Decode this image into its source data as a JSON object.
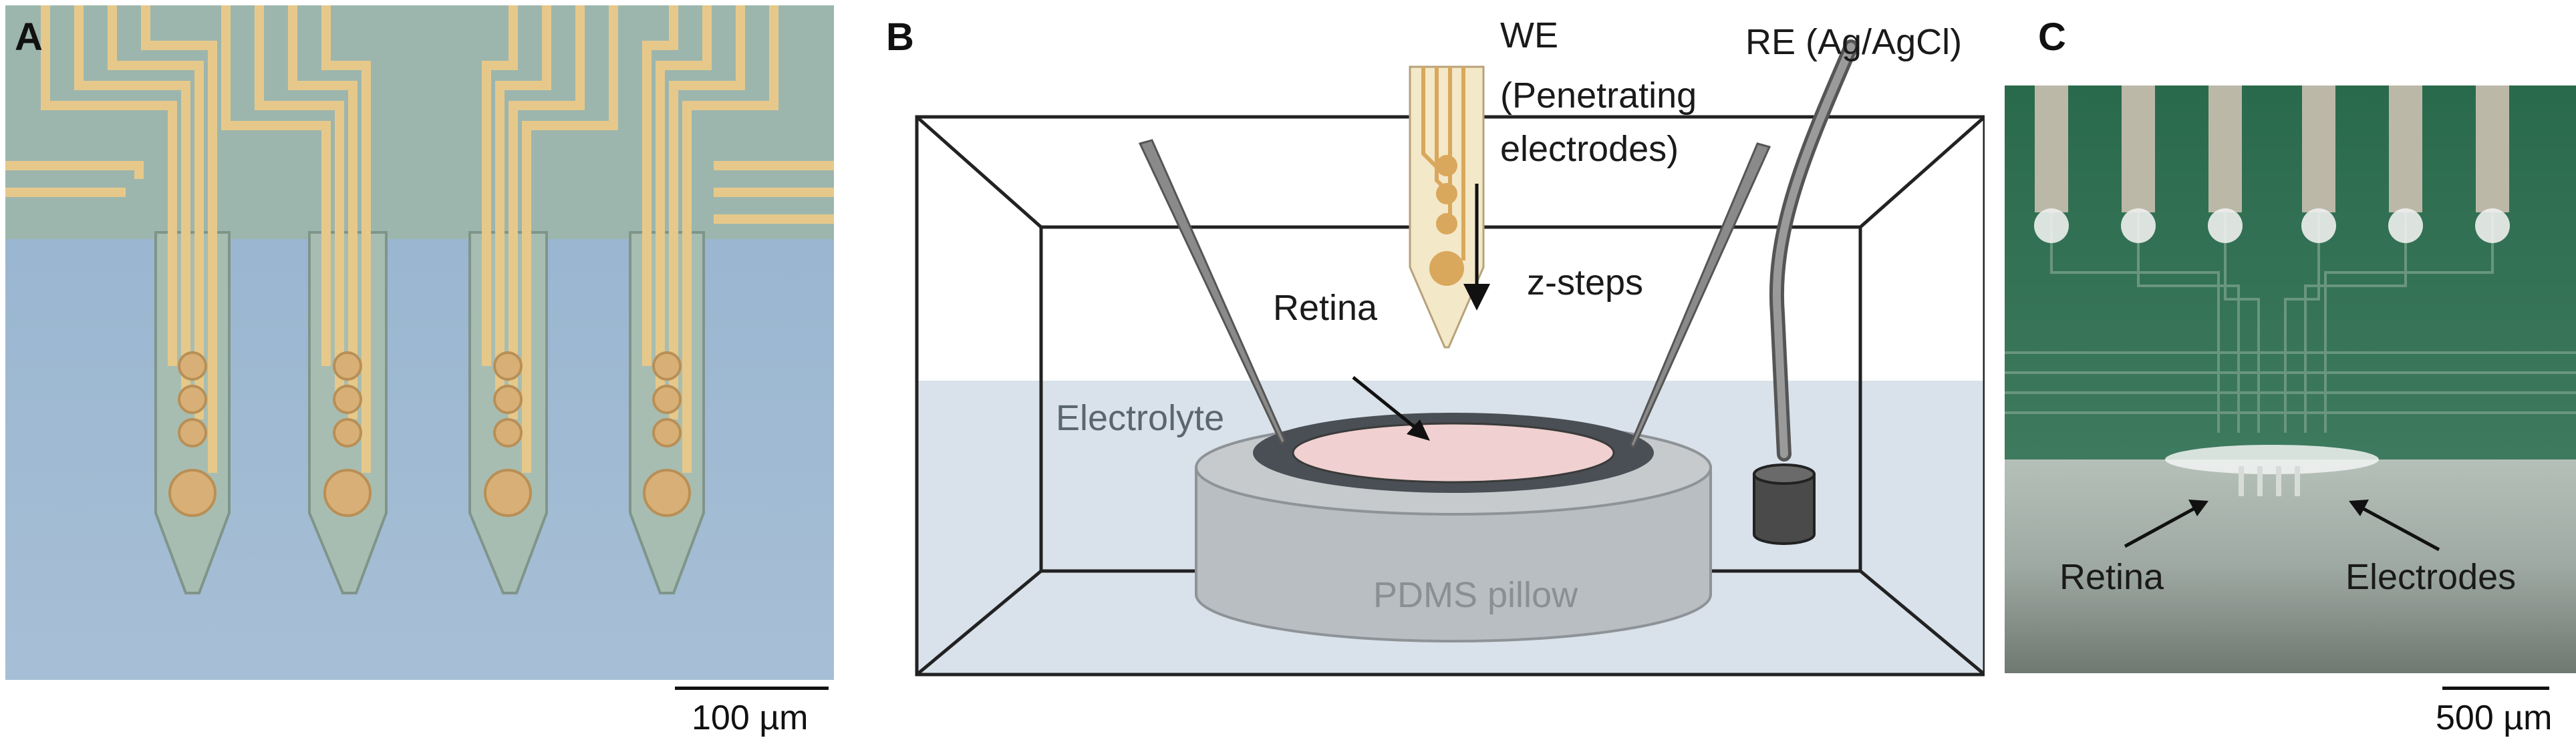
{
  "panels": {
    "a": {
      "letter": "A",
      "scale_bar": "100 µm",
      "colors": {
        "substrate": "#8fb0cc",
        "insulation": "#9fb7b0",
        "trace": "#e8c98a",
        "pad": "#d9b277"
      }
    },
    "b": {
      "letter": "B",
      "labels": {
        "we": "WE",
        "we_sub1": "(Penetrating",
        "we_sub2": "electrodes)",
        "re": "RE (Ag/AgCl)",
        "retina": "Retina",
        "zsteps": "z-steps",
        "electrolyte": "Electrolyte",
        "pillow": "PDMS pillow"
      },
      "colors": {
        "electrolyte": "#d9e2ea",
        "pillow": "#b9bec2",
        "ring": "#4a4f55",
        "retina": "#f0d0d0"
      }
    },
    "c": {
      "letter": "C",
      "labels": {
        "retina": "Retina",
        "electrodes": "Electrodes"
      },
      "scale_bar": "500 µm",
      "colors": {
        "board": "#2f6b4f",
        "pad": "#b9b6a8",
        "liquid": "#a9b3ad"
      }
    }
  }
}
